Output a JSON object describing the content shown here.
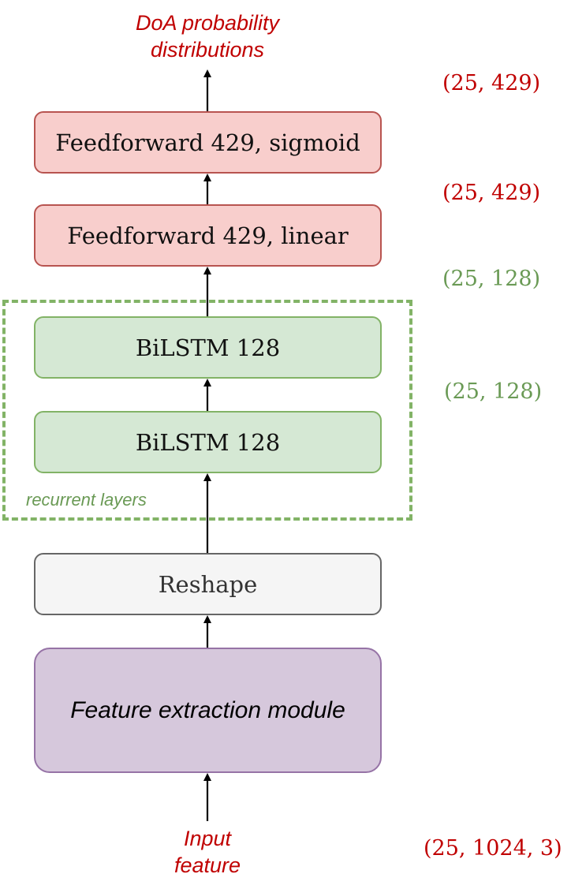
{
  "output_label": {
    "line1": "DoA probability",
    "line2": "distributions"
  },
  "input_label": {
    "line1": "Input",
    "line2": "feature"
  },
  "blocks": {
    "ff_sigmoid": "Feedforward 429, sigmoid",
    "ff_linear": "Feedforward 429, linear",
    "bilstm_upper": "BiLSTM 128",
    "bilstm_lower": "BiLSTM 128",
    "reshape": "Reshape",
    "feature_extraction": "Feature extraction module"
  },
  "group_label": "recurrent layers",
  "shapes": {
    "output": "(25, 429)",
    "linear": "(25, 429)",
    "bilstm_upper": "(25, 128)",
    "bilstm_lower": "(25, 128)",
    "input": "(25, 1024, 3)"
  },
  "colors": {
    "dense_fill": "#f8cecc",
    "dense_border": "#b85450",
    "recurrent_fill": "#d5e8d4",
    "recurrent_border": "#82b366",
    "reshape_fill": "#f5f5f5",
    "reshape_border": "#666666",
    "feature_fill": "#d6c8dc",
    "feature_border": "#9673a6",
    "shape_text_red": "#c00000",
    "shape_text_green": "#6a9a55"
  }
}
